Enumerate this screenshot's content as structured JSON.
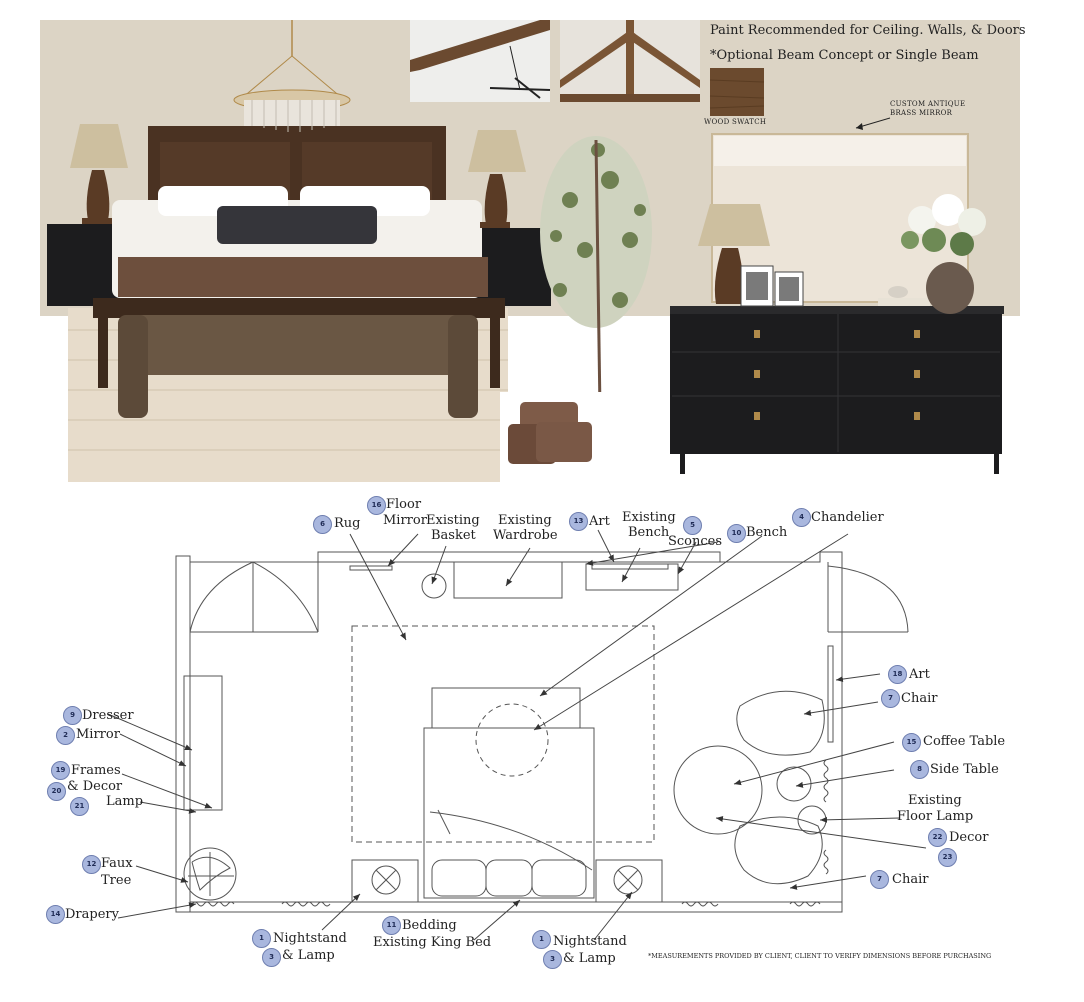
{
  "moodboard": {
    "paint_title": "Paint Recommended for Ceiling. Walls, & Doors",
    "beam_note": "*Optional Beam Concept or Single Beam",
    "wood_swatch_label": "WOOD SWATCH",
    "mirror_label_line1": "CUSTOM ANTIQUE",
    "mirror_label_line2": "BRASS MIRROR"
  },
  "plan": {
    "labels": {
      "floor_mirror_1": "Floor",
      "floor_mirror_2": "Mirror",
      "rug": "Rug",
      "existing_basket_1": "Existing",
      "existing_basket_2": "Basket",
      "existing_wardrobe_1": "Existing",
      "existing_wardrobe_2": "Wardrobe",
      "art_top": "Art",
      "existing_bench_1": "Existing",
      "existing_bench_2": "Bench",
      "sconces": "Sconces",
      "bench": "Bench",
      "chandelier": "Chandelier",
      "dresser": "Dresser",
      "mirror": "Mirror",
      "frames": "Frames",
      "decor_left": "& Decor",
      "lamp_left": "Lamp",
      "faux_tree_1": "Faux",
      "faux_tree_2": "Tree",
      "drapery": "Drapery",
      "nightstand_left": "Nightstand",
      "lamp_ns_left": "& Lamp",
      "bedding": "Bedding",
      "existing_king_bed": "Existing King Bed",
      "nightstand_right": "Nightstand",
      "lamp_ns_right": "& Lamp",
      "art_right": "Art",
      "chair_top": "Chair",
      "coffee_table": "Coffee Table",
      "side_table": "Side Table",
      "existing_floor_lamp_1": "Existing",
      "existing_floor_lamp_2": "Floor Lamp",
      "decor_right": "Decor",
      "chair_bottom": "Chair"
    },
    "badges": {
      "b16": "16",
      "b6": "6",
      "b13": "13",
      "b5": "5",
      "b10": "10",
      "b4": "4",
      "b9": "9",
      "b2": "2",
      "b19": "19",
      "b20": "20",
      "b21": "21",
      "b12": "12",
      "b14": "14",
      "b1a": "1",
      "b3a": "3",
      "b11": "11",
      "b1b": "1",
      "b3b": "3",
      "b18": "18",
      "b7a": "7",
      "b15": "15",
      "b8": "8",
      "b22": "22",
      "b23": "23",
      "b7b": "7"
    },
    "footnote": "*MEASUREMENTS PROVIDED BY CLIENT, CLIENT TO VERIFY DIMENSIONS BEFORE PURCHASING"
  },
  "colors": {
    "wall": "#dcd4c5",
    "wood_dark": "#4a3222",
    "black_furniture": "#1c1c1e",
    "badge_fill": "#a9b7de"
  }
}
